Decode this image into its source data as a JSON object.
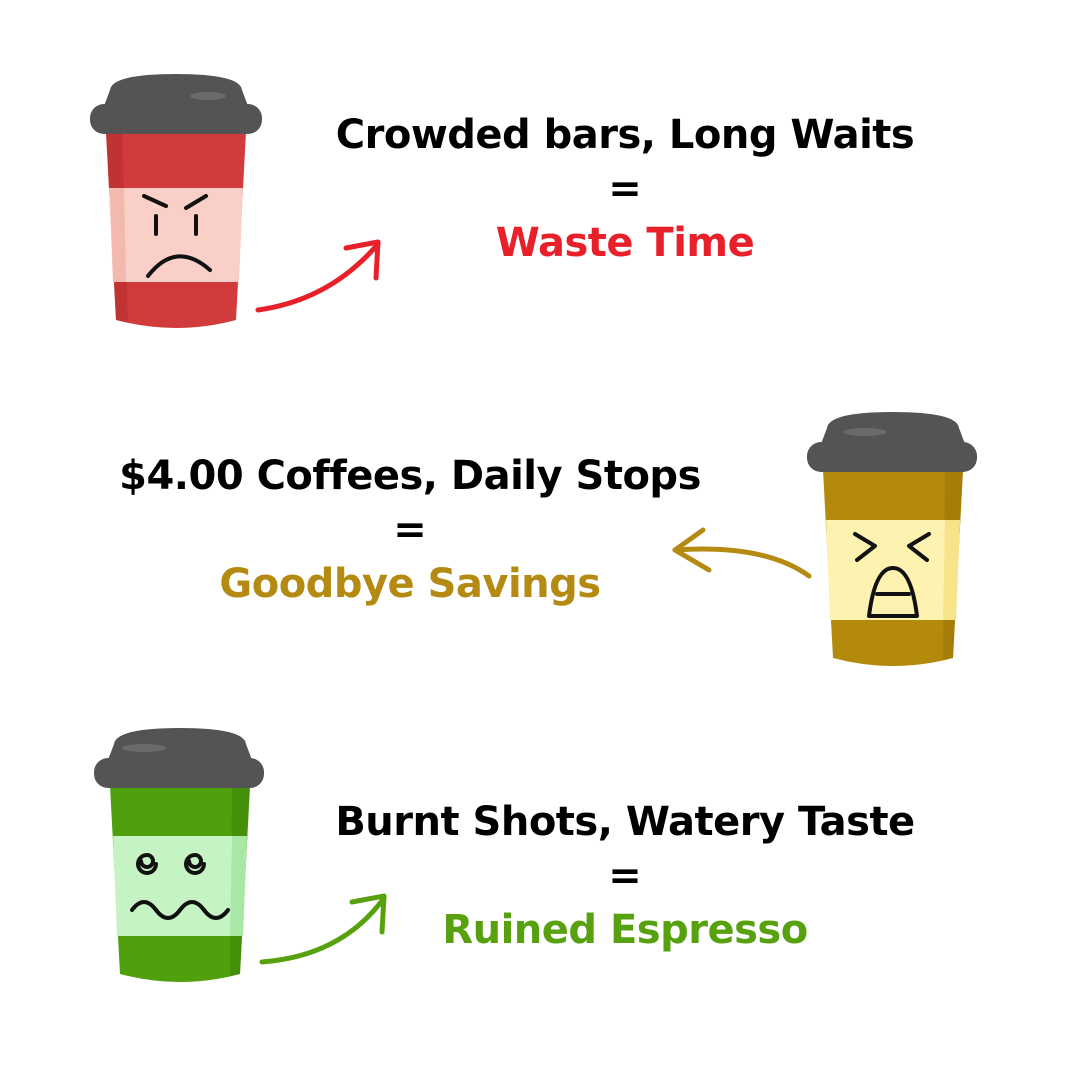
{
  "rows": [
    {
      "main": "Crowded bars, Long Waits",
      "equals": "=",
      "result": "Waste Time",
      "result_color": "#e8202a",
      "cup": {
        "body": "#d13b3b",
        "sleeve": "#f9cfc7",
        "mood": "angry-face"
      },
      "arrow_color": "#e8202a"
    },
    {
      "main": "$4.00 Coffees, Daily Stops",
      "equals": "=",
      "result": "Goodbye Savings",
      "result_color": "#b48a12",
      "cup": {
        "body": "#b48a0c",
        "sleeve": "#fdf2b0",
        "mood": "crying-face"
      },
      "arrow_color": "#b48a12"
    },
    {
      "main": "Burnt Shots, Watery Taste",
      "equals": "=",
      "result": "Ruined Espresso",
      "result_color": "#57a10f",
      "cup": {
        "body": "#4fa00c",
        "sleeve": "#c6f3c4",
        "mood": "dizzy-face"
      },
      "arrow_color": "#57a10f"
    }
  ],
  "lid_color": "#545454"
}
